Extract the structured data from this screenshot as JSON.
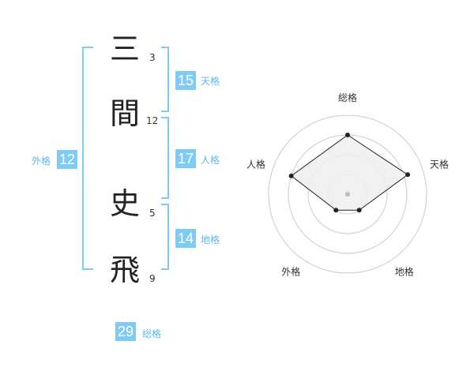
{
  "name": {
    "chars": [
      {
        "char": "三",
        "strokes": "3"
      },
      {
        "char": "間",
        "strokes": "12"
      },
      {
        "char": "史",
        "strokes": "5"
      },
      {
        "char": "飛",
        "strokes": "9"
      }
    ]
  },
  "fortunes": {
    "tenkaku": {
      "value": "15",
      "label": "天格"
    },
    "jinkaku": {
      "value": "17",
      "label": "人格"
    },
    "chikaku": {
      "value": "14",
      "label": "地格"
    },
    "gaikaku": {
      "value": "12",
      "label": "外格"
    },
    "soukaku": {
      "value": "29",
      "label": "総格"
    }
  },
  "chart_data": {
    "type": "radar",
    "axes": [
      "総格",
      "天格",
      "地格",
      "外格",
      "人格"
    ],
    "values": [
      0.75,
      0.8,
      0.25,
      0.25,
      0.75
    ],
    "rings": 4,
    "colors": {
      "fill": "#eeeeee",
      "line": "#222222",
      "ring": "#cccccc",
      "center": "#bbbbbb"
    }
  }
}
